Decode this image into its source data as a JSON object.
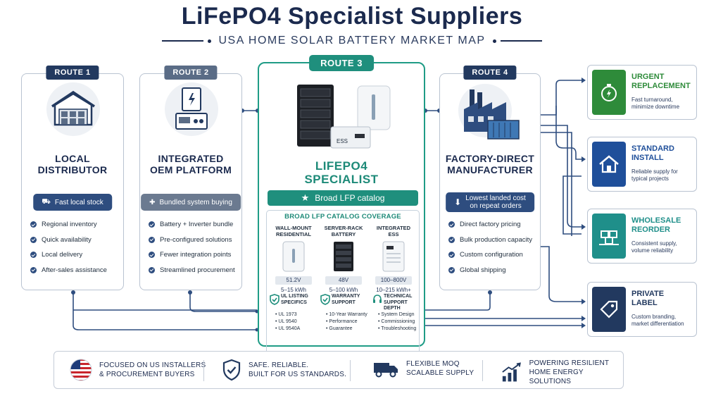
{
  "header": {
    "title": "LiFePO4 Specialist Suppliers",
    "subtitle": "USA HOME SOLAR BATTERY MARKET MAP"
  },
  "routes": [
    {
      "tag": "ROUTE 1",
      "title_line1": "LOCAL",
      "title_line2": "DISTRIBUTOR",
      "pill": "Fast local stock",
      "bullets": [
        "Regional inventory",
        "Quick availability",
        "Local delivery",
        "After-sales assistance"
      ],
      "icon": "warehouse-icon"
    },
    {
      "tag": "ROUTE 2",
      "title_line1": "INTEGRATED",
      "title_line2": "OEM PLATFORM",
      "pill": "Bundled system buying",
      "bullets": [
        "Battery + Inverter bundle",
        "Pre-configured solutions",
        "Fewer integration points",
        "Streamlined procurement"
      ],
      "icon": "inverter-icon"
    },
    {
      "tag": "ROUTE 4",
      "title_line1": "FACTORY-DIRECT",
      "title_line2": "MANUFACTURER",
      "pill_line1": "Lowest landed cost",
      "pill_line2": "on repeat orders",
      "bullets": [
        "Direct factory pricing",
        "Bulk production capacity",
        "Custom configuration",
        "Global shipping"
      ],
      "icon": "factory-icon"
    }
  ],
  "center": {
    "tag": "ROUTE 3",
    "ess_label": "ESS",
    "title_line1": "LIFEPO4",
    "title_line2": "SPECIALIST",
    "banner": "Broad LFP catalog",
    "coverage_title": "BROAD LFP CATALOG COVERAGE",
    "products": [
      {
        "name_line1": "WALL-MOUNT",
        "name_line2": "RESIDENTIAL",
        "volt": "51.2V",
        "cap": "5–15 kWh"
      },
      {
        "name_line1": "SERVER-RACK",
        "name_line2": "BATTERY",
        "volt": "48V",
        "cap": "5–100 kWh"
      },
      {
        "name_line1": "INTEGRATED",
        "name_line2": "ESS",
        "volt": "100–800V",
        "cap": "10–215 kWh+"
      }
    ],
    "features": [
      {
        "title_line1": "UL LISTING",
        "title_line2": "SPECIFICS",
        "items": [
          "UL 1973",
          "UL 9540",
          "UL 9540A"
        ]
      },
      {
        "title_line1": "WARRANTY",
        "title_line2": "SUPPORT",
        "items": [
          "10-Year Warranty",
          "Performance",
          "Guarantee"
        ]
      },
      {
        "title_line1": "TECHNICAL",
        "title_line2": "SUPPORT DEPTH",
        "items": [
          "System Design",
          "Commissioning",
          "Troubleshooting"
        ]
      }
    ]
  },
  "outcomes": [
    {
      "title_line1": "URGENT",
      "title_line2": "REPLACEMENT",
      "desc_line1": "Fast turnaround,",
      "desc_line2": "minimize downtime",
      "color": "#2e8b3a",
      "icon": "stopwatch-icon"
    },
    {
      "title_line1": "STANDARD",
      "title_line2": "INSTALL",
      "desc_line1": "Reliable supply for",
      "desc_line2": "typical projects",
      "color": "#1f4f9a",
      "icon": "house-icon"
    },
    {
      "title_line1": "WHOLESALE",
      "title_line2": "REORDER",
      "desc_line1": "Consistent supply,",
      "desc_line2": "volume reliability",
      "color": "#1f8f8a",
      "icon": "boxes-icon"
    },
    {
      "title_line1": "PRIVATE",
      "title_line2": "LABEL",
      "desc_line1": "Custom branding,",
      "desc_line2": "market differentiation",
      "color": "#22395f",
      "icon": "tag-icon"
    }
  ],
  "footer": [
    {
      "line1": "FOCUSED ON US INSTALLERS",
      "line2": "& PROCUREMENT BUYERS",
      "icon": "us-flag-icon"
    },
    {
      "line1": "SAFE. RELIABLE.",
      "line2": "BUILT FOR US STANDARDS.",
      "icon": "shield-check-icon"
    },
    {
      "line1": "FLEXIBLE MOQ",
      "line2": "SCALABLE SUPPLY",
      "icon": "truck-icon"
    },
    {
      "line1": "POWERING RESILIENT",
      "line2": "HOME ENERGY SOLUTIONS",
      "icon": "growth-chart-icon"
    }
  ],
  "colors": {
    "navy": "#1b2a4e",
    "teal": "#1f8f7d",
    "green": "#2e8b3a",
    "blue": "#1f4f9a"
  }
}
